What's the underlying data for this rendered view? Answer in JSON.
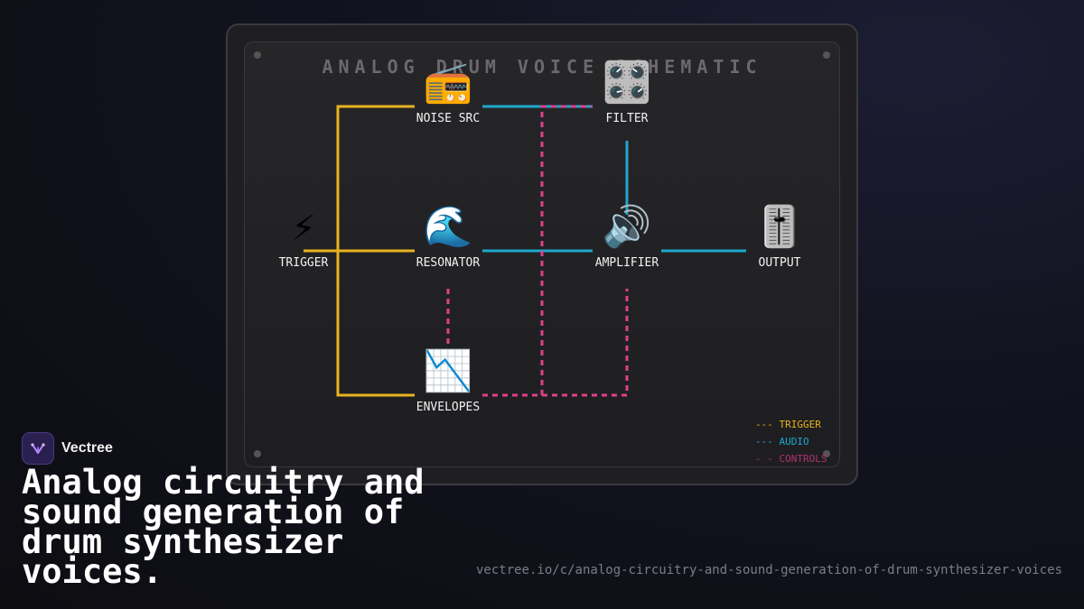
{
  "diagram": {
    "title": "ANALOG DRUM VOICE SCHEMATIC",
    "nodes": {
      "noise": {
        "icon": "📻",
        "icon_name": "radio-icon",
        "label": "NOISE SRC"
      },
      "filter": {
        "icon": "🎛️",
        "icon_name": "control-knobs-icon",
        "label": "FILTER"
      },
      "trigger": {
        "icon": "⚡",
        "icon_name": "lightning-icon",
        "label": "TRIGGER"
      },
      "resonator": {
        "icon": "🌊",
        "icon_name": "wave-icon",
        "label": "RESONATOR"
      },
      "amplifier": {
        "icon": "🔊",
        "icon_name": "speaker-icon",
        "label": "AMPLIFIER"
      },
      "output": {
        "icon": "🎚️",
        "icon_name": "level-slider-icon",
        "label": "OUTPUT"
      },
      "envelopes": {
        "icon": "📉",
        "icon_name": "chart-decreasing-icon",
        "label": "ENVELOPES"
      }
    },
    "edges": [
      {
        "from": "trigger",
        "to": "noise",
        "type": "trigger"
      },
      {
        "from": "trigger",
        "to": "resonator",
        "type": "trigger"
      },
      {
        "from": "trigger",
        "to": "envelopes",
        "type": "trigger"
      },
      {
        "from": "noise",
        "to": "filter",
        "type": "audio"
      },
      {
        "from": "filter",
        "to": "amplifier",
        "type": "audio"
      },
      {
        "from": "resonator",
        "to": "amplifier",
        "type": "audio"
      },
      {
        "from": "amplifier",
        "to": "output",
        "type": "audio"
      },
      {
        "from": "envelopes",
        "to": "resonator",
        "type": "control"
      },
      {
        "from": "envelopes",
        "to": "amplifier",
        "type": "control"
      },
      {
        "from": "envelopes",
        "to": "filter",
        "type": "control"
      }
    ],
    "legend": {
      "trigger": "--- TRIGGER",
      "audio": "--- AUDIO",
      "control": "- - CONTROLS"
    },
    "colors": {
      "trigger": "#e8b320",
      "audio": "#1fa8cc",
      "control": "#e0408a"
    }
  },
  "brand": {
    "name": "Vectree",
    "logo_icon": "vectree-logo-icon"
  },
  "headline": "Analog circuitry and sound generation of drum synthesizer voices.",
  "url": "vectree.io/c/analog-circuitry-and-sound-generation-of-drum-synthesizer-voices"
}
